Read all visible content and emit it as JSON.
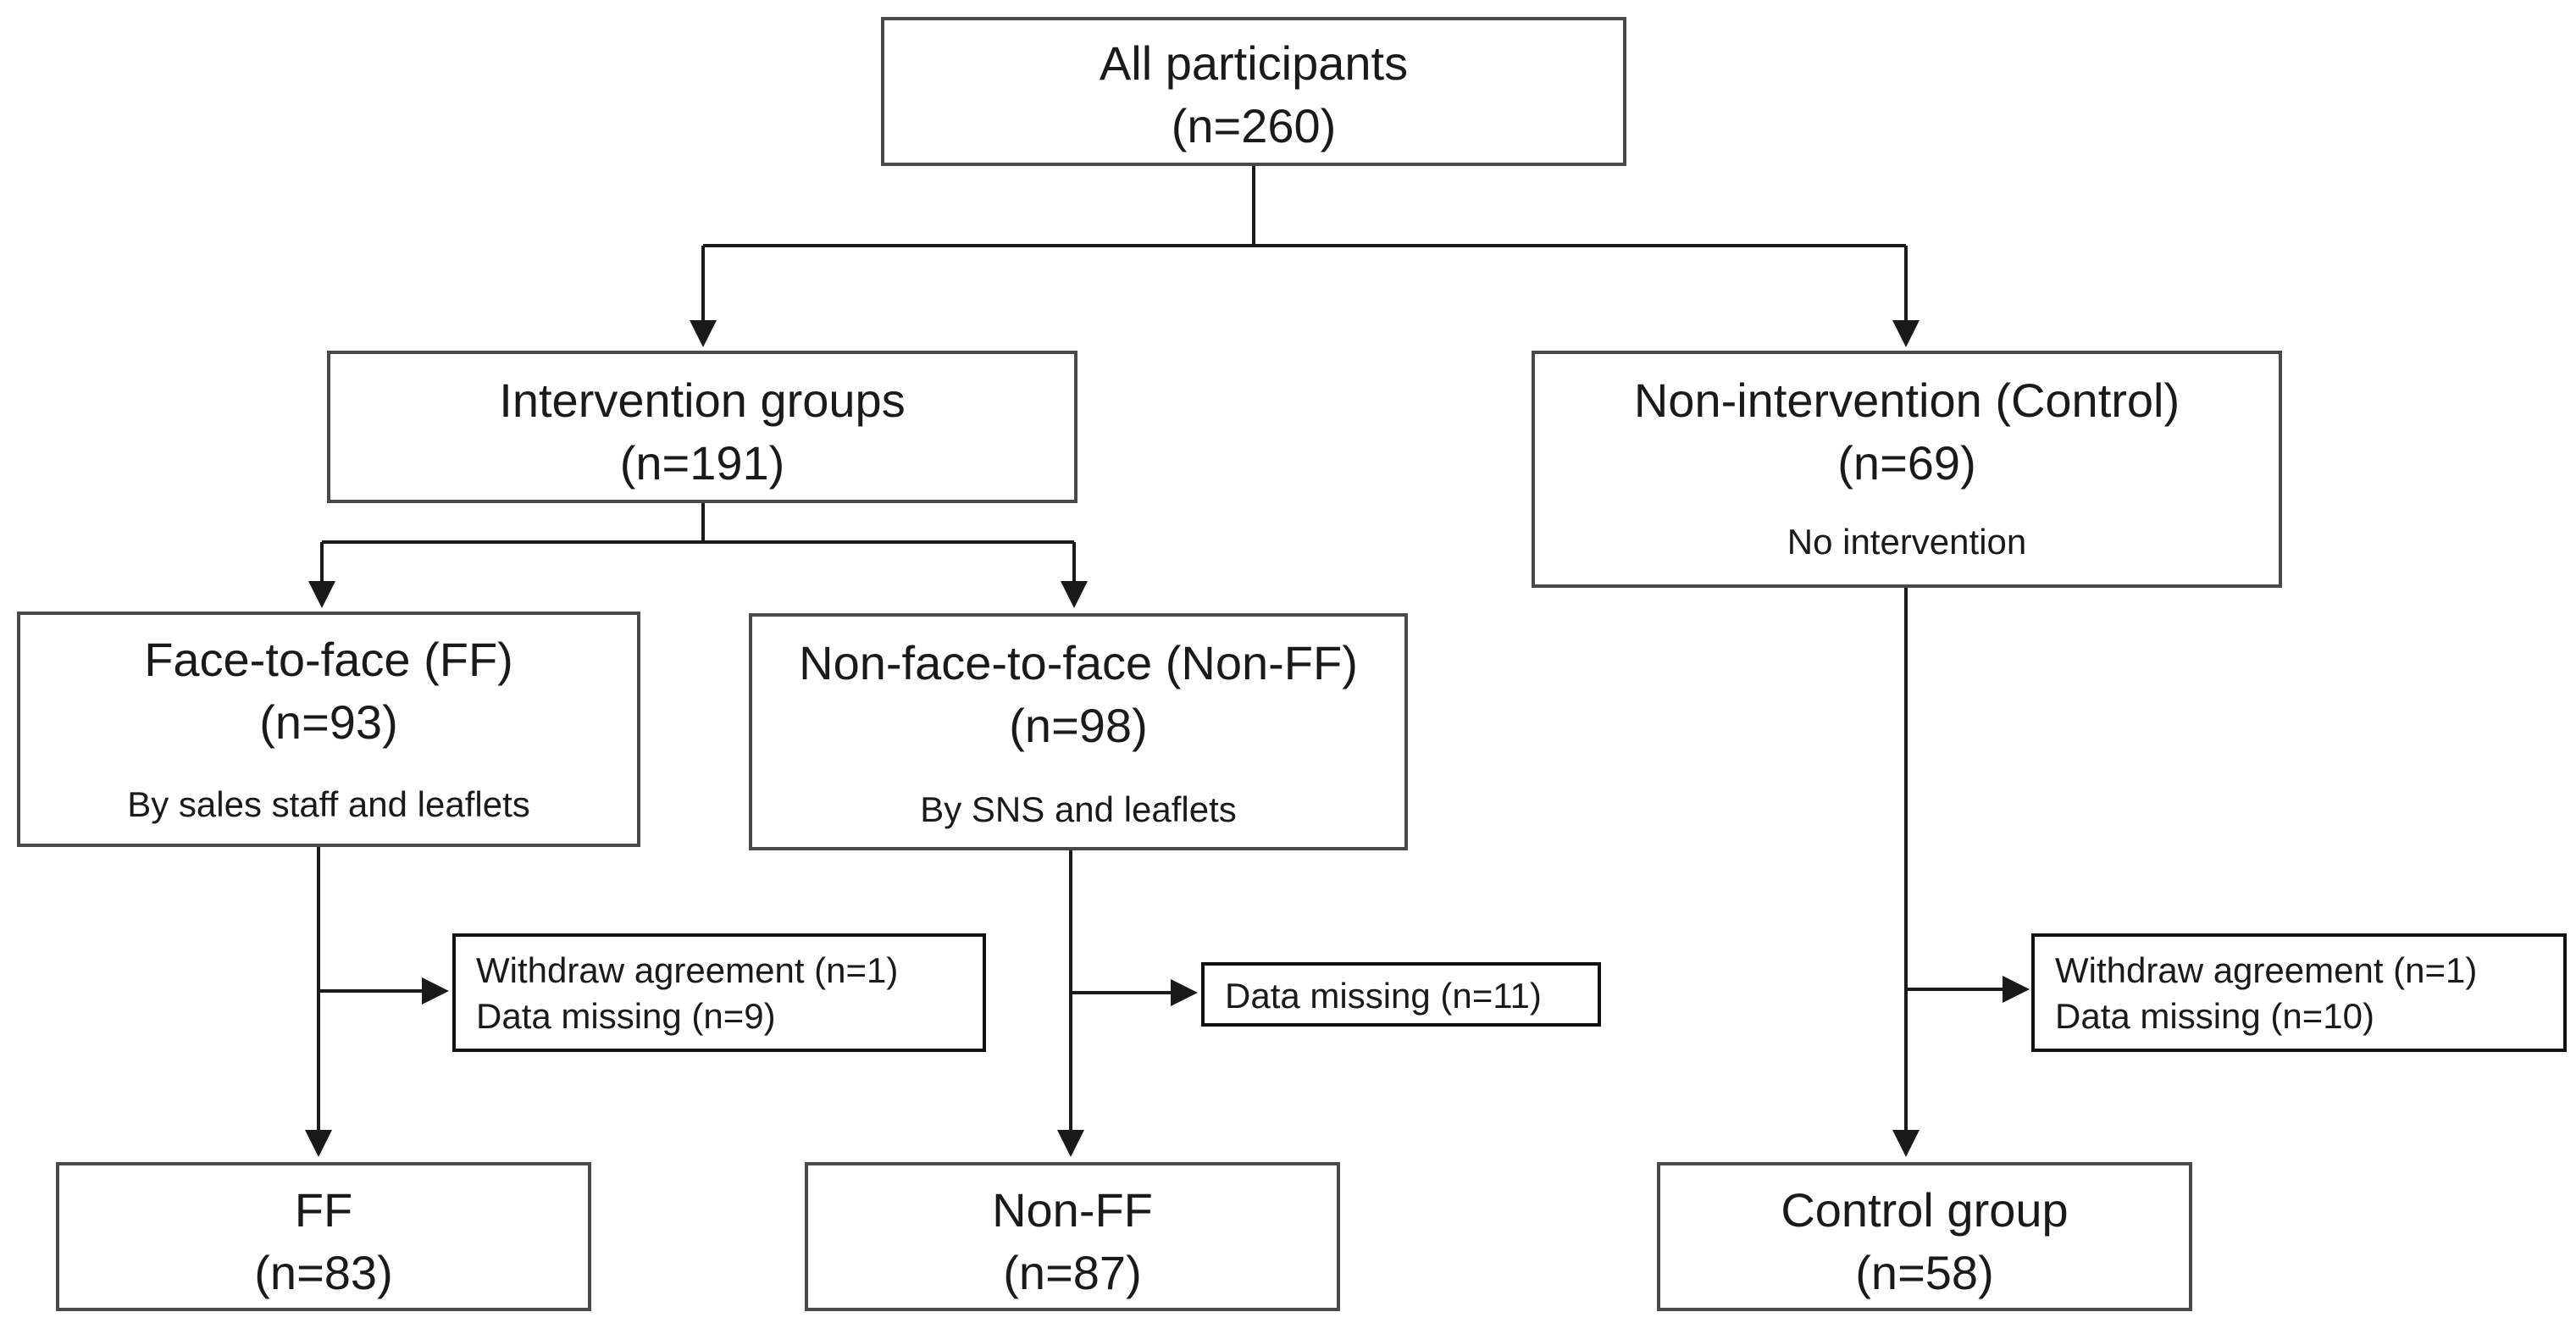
{
  "nodes": {
    "all": {
      "title": "All participants",
      "n": "(n=260)"
    },
    "intervention": {
      "title": "Intervention groups",
      "n": "(n=191)"
    },
    "control": {
      "title": "Non-intervention (Control)",
      "n": "(n=69)",
      "note": "No intervention"
    },
    "ff": {
      "title": "Face-to-face (FF)",
      "n": "(n=93)",
      "note": "By sales staff and leaflets"
    },
    "nonff": {
      "title": "Non-face-to-face (Non-FF)",
      "n": "(n=98)",
      "note": "By SNS and leaflets"
    },
    "ff_final": {
      "title": "FF",
      "n": "(n=83)"
    },
    "nonff_final": {
      "title": "Non-FF",
      "n": "(n=87)"
    },
    "control_final": {
      "title": "Control group",
      "n": "(n=58)"
    }
  },
  "exclusions": {
    "ff": [
      "Withdraw agreement (n=1)",
      "Data missing (n=9)"
    ],
    "nonff": [
      "Data missing (n=11)"
    ],
    "control": [
      "Withdraw agreement (n=1)",
      "Data missing (n=10)"
    ]
  },
  "colors": {
    "line": "#1a1a1a",
    "box_border": "#4a4a4a",
    "text": "#1a1a1a"
  }
}
